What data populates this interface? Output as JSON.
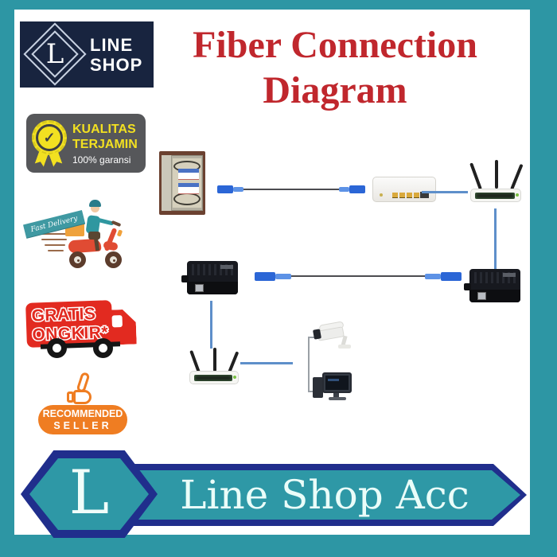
{
  "colors": {
    "frame_teal": "#2d96a4",
    "logo_navy": "#18243f",
    "title_red": "#c0272d",
    "badge_gray": "#56575a",
    "badge_yellow": "#f2e021",
    "ribbon_teal": "#3f99a2",
    "scooter_red": "#e04b33",
    "gratis_red": "#e22a20",
    "recommended_orange": "#ef7d22",
    "banner_navy": "#202e8c",
    "banner_teal": "#2e98a6",
    "diagram_line_blue": "#5e8fca",
    "fiber_connector_blue": "#2b66d6"
  },
  "logo": {
    "initial": "L",
    "line1": "LINE",
    "line2": "SHOP"
  },
  "title": {
    "line1": "Fiber Connection",
    "line2": "Diagram"
  },
  "badges": {
    "kualitas": {
      "check": "✓",
      "line1": "KUALITAS",
      "line2": "TERJAMIN",
      "line3": "100% garansi"
    },
    "fast_delivery": {
      "label": "Fast Delivery"
    },
    "gratis_ongkir": {
      "line1": "GRATIS",
      "line2": "ONGKIR*"
    },
    "recommended": {
      "line1": "RECOMMENDED",
      "line2": "SELLER"
    }
  },
  "diagram": {
    "nodes": [
      "fiber-termination-box",
      "fiber-patch-cord",
      "ont-modem",
      "wireless-router",
      "media-converter-left",
      "fiber-patch-cord-long",
      "media-converter-right",
      "wireless-router-2",
      "cctv-camera",
      "desktop-computer"
    ]
  },
  "footer": {
    "initial": "L",
    "text": "Line Shop Acc"
  }
}
